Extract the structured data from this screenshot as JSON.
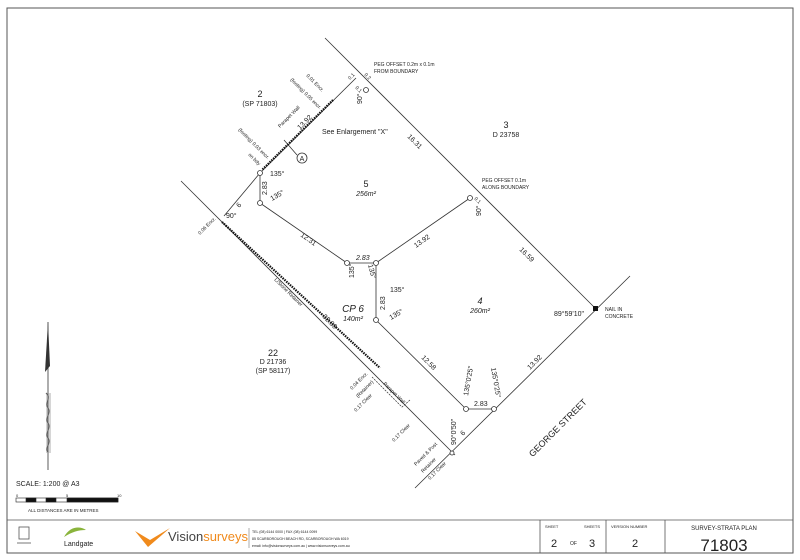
{
  "lots": [
    {
      "number": "2",
      "ref": "(SP 71803)"
    },
    {
      "number": "3",
      "ref": "D 23758"
    },
    {
      "number": "5",
      "area": "256m²"
    },
    {
      "number": "4",
      "area": "260m²"
    },
    {
      "number": "CP 6",
      "area": "140m²"
    },
    {
      "number": "22",
      "ref": "D 21736",
      "ref2": "(SP 58117)"
    }
  ],
  "street": "GEORGE   STREET",
  "notes": {
    "peg_offset_top": "PEG OFFSET 0.2m x 0.1m",
    "peg_offset_top_2": "FROM BOUNDARY",
    "peg_offset_right": "PEG OFFSET 0.1m",
    "peg_offset_right_2": "ALONG BOUNDARY",
    "nail": "NAIL IN",
    "nail_2": "CONCRETE",
    "enlargement": "See Enlargement \"X\"",
    "marker_a": "A",
    "parapet_wall": "Parapet Wall",
    "footing_top": "(footing) 0.05 encr.",
    "encr_top": "0.01 Encr.",
    "footing_left": "(footing) 0.03 encr.",
    "on_bdy": "on bdy",
    "encr_left": "0.06 Encr.",
    "limestone": "L/Stone Retainer",
    "encr_bottom": "0.04 Encr.",
    "retainer": "(Retainer)",
    "clear_1": "0.17 Clear",
    "parapet_wall_2": "Parapet Wall",
    "clear_2": "0.17 Clear",
    "paved": "Paved & Post",
    "retainer_2": "Retainer",
    "clear_3": "0.17 Clear"
  },
  "dimensions": {
    "d_1392_top": "13.92",
    "d_1631": "16.31",
    "d_1659": "16.59",
    "d_1392_mid": "13.92",
    "d_1231": "12.31",
    "d_283_a": "2.83",
    "d_283_b": "2.83",
    "d_283_c": "2.83",
    "d_283_d": "2.83",
    "d_1258": "12.58",
    "d_3289": "32.89",
    "d_1392_bot": "13.92",
    "d_6_a": "6",
    "d_6_b": "6",
    "off_01": "0.1",
    "off_02": "0.2",
    "off_01b": "0.1",
    "off_01c": "0.1"
  },
  "angles": {
    "a90_top": "90°",
    "a135_1": "135°",
    "a135_2": "135°",
    "a90_left": "90°",
    "a90_right": "90°",
    "a135_3": "135°",
    "a135_4": "135°",
    "a135_5": "135°",
    "a135_6": "135°",
    "a8959": "89°59'10\"",
    "a135025a": "135°0'25\"",
    "a135025b": "135°0'25\"",
    "a90050": "90°0'50\""
  },
  "scale": {
    "label": "SCALE: 1:200 @ A3",
    "ticks": [
      "0",
      "5",
      "10"
    ],
    "units_note": "ALL DISTANCES ARE IN METRES"
  },
  "title_block": {
    "agency": "Landgate",
    "company": "Visionsurveys",
    "company_a": "Vision",
    "company_b": "surveys",
    "contact_1": "TEL (08) 6144 0000  |  FAX (08) 6144 0099",
    "contact_2": "85 SCARBOROUGH BEACH RD, SCARBOROUGH WA 6019",
    "contact_3": "email: info@visionsurveys.com.au  |  www.visionsurveys.com.au",
    "sheet_label": "SHEET",
    "sheets_label": "SHEETS",
    "sheet": "2",
    "of": "OF",
    "sheets": "3",
    "version_label": "VERSION NUMBER",
    "version": "2",
    "plan_type": "SURVEY-STRATA PLAN",
    "plan_number": "71803"
  },
  "colors": {
    "line": "#333333",
    "brand_orange": "#f08a1c",
    "brand_green": "#8ab43c"
  }
}
